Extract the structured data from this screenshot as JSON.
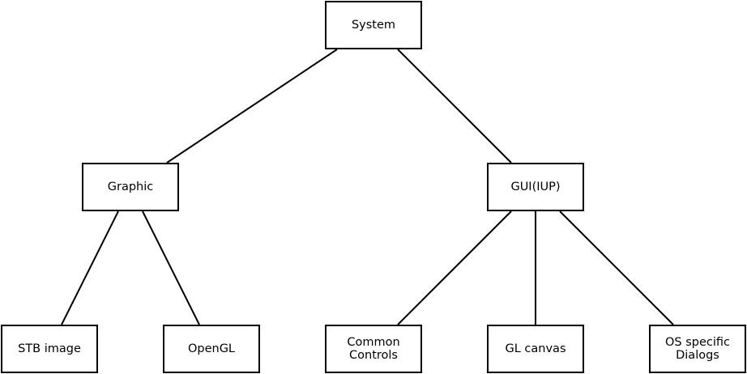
{
  "nodes": {
    "system": "System",
    "graphic": "Graphic",
    "gui": "GUI(IUP)",
    "stb_image": "STB image",
    "opengl": "OpenGL",
    "common_controls": "Common\nControls",
    "gl_canvas": "GL canvas",
    "os_dialogs": "OS specific\nDialogs"
  },
  "edges": [
    [
      "system",
      "graphic"
    ],
    [
      "system",
      "gui"
    ],
    [
      "graphic",
      "stb_image"
    ],
    [
      "graphic",
      "opengl"
    ],
    [
      "gui",
      "common_controls"
    ],
    [
      "gui",
      "gl_canvas"
    ],
    [
      "gui",
      "os_dialogs"
    ]
  ],
  "colors": {
    "line": "#000000",
    "background": "#ffffff"
  }
}
